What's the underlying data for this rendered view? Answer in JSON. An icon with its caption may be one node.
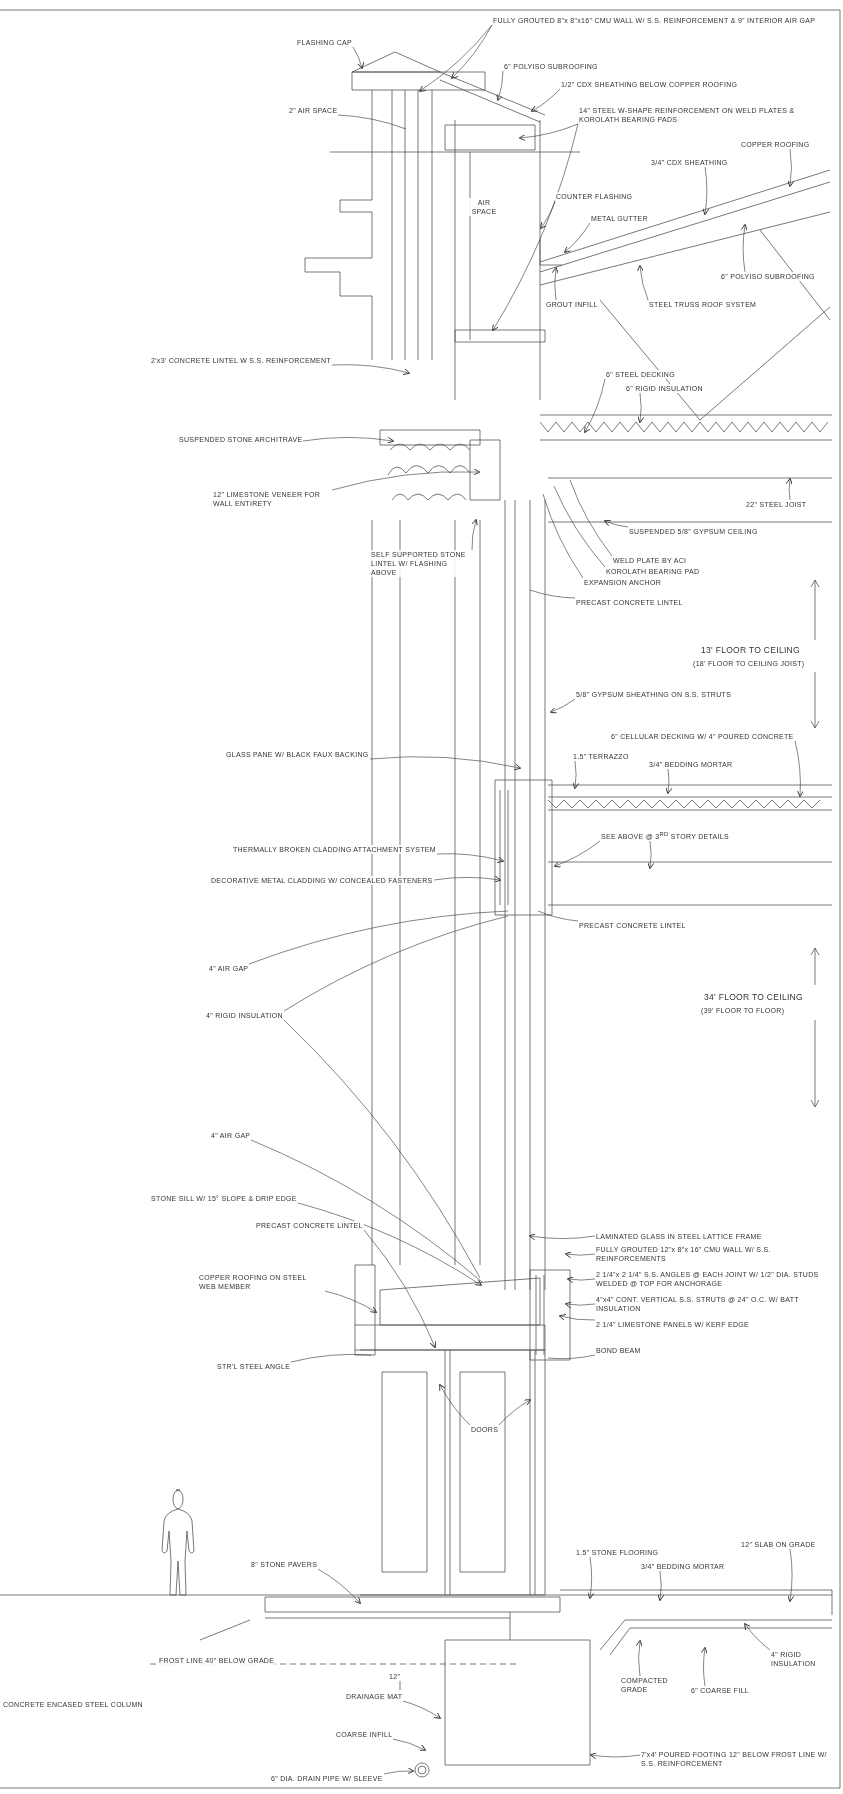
{
  "diagram": {
    "nodes": [
      {
        "text": [
          "FULLY GROUTED 8\"x 8\"x16\" CMU WALL W/ S.S. REINFORCEMENT & 9\" INTERIOR AIR GAP"
        ]
      },
      {
        "text": [
          "FLASHING CAP"
        ]
      },
      {
        "text": [
          "6\" POLYISO SUBROOFING"
        ]
      },
      {
        "text": [
          "1/2\" CDX SHEATHING BELOW COPPER ROOFING"
        ]
      },
      {
        "text": [
          "2\" AIR SPACE"
        ]
      },
      {
        "text": [
          "14\" STEEL W-SHAPE REINFORCEMENT ON WELD PLATES & KOROLATH BEARING PADS"
        ]
      },
      {
        "text": [
          "COPPER ROOFING"
        ]
      },
      {
        "text": [
          "3/4\" CDX SHEATHING"
        ]
      },
      {
        "text": [
          "COUNTER FLASHING"
        ]
      },
      {
        "text": [
          "METAL GUTTER"
        ]
      },
      {
        "text": [
          "6\" POLYISO SUBROOFING"
        ]
      },
      {
        "text": [
          "GROUT INFILL"
        ]
      },
      {
        "text": [
          "STEEL TRUSS ROOF SYSTEM"
        ]
      },
      {
        "text": [
          "2'x3' CONCRETE LINTEL W S.S. REINFORCEMENT"
        ]
      },
      {
        "text": [
          "6\" STEEL DECKING"
        ]
      },
      {
        "text": [
          "6\" RIGID INSULATION"
        ]
      },
      {
        "text": [
          "SUSPENDED STONE ARCHITRAVE"
        ]
      },
      {
        "text": [
          "12\" LIMESTONE VENEER FOR WALL ENTIRETY"
        ]
      },
      {
        "text": [
          "SUSPENDED 5/8\" GYPSUM CEILING"
        ]
      },
      {
        "text": [
          "WELD PLATE BY ACI"
        ]
      },
      {
        "text": [
          "SELF SUPPORTED STONE LINTEL W/ FLASHING ABOVE"
        ]
      },
      {
        "text": [
          "KOROLATH BEARING PAD"
        ]
      },
      {
        "text": [
          "22\" STEEL JOIST"
        ]
      },
      {
        "text": [
          "EXPANSION ANCHOR"
        ]
      },
      {
        "text": [
          "PRECAST CONCRETE LINTEL"
        ]
      },
      {
        "text": [
          "5/8\" GYPSUM SHEATHING ON S.S. STRUTS"
        ]
      },
      {
        "text": [
          "GLASS PANE W/ BLACK FAUX BACKING"
        ]
      },
      {
        "text": [
          "1.5\" TERRAZZO"
        ]
      },
      {
        "text": [
          "3/4\" BEDDING MORTAR"
        ]
      },
      {
        "text": [
          "6\" CELLULAR DECKING W/ 4\" POURED CONCRETE"
        ]
      },
      {
        "text": [
          "SEE ABOVE @ 3$^{RD}$ STORY DETAILS"
        ]
      },
      {
        "text": [
          "THERMALLY BROKEN CLADDING ATTACHMENT SYSTEM"
        ]
      },
      {
        "text": [
          "DECORATIVE METAL CLADDING W/ CONCEALED FASTENERS"
        ]
      },
      {
        "text": [
          "PRECAST CONCRETE LINTEL"
        ]
      },
      {
        "text": [
          "4\" AIR GAP"
        ]
      },
      {
        "text": [
          "4\" RIGID INSULATION"
        ]
      },
      {
        "text": [
          "4\" AIR GAP"
        ]
      },
      {
        "text": [
          "STONE SILL W/ 15° SLOPE & DRIP EDGE"
        ]
      },
      {
        "text": [
          "PRECAST CONCRETE LINTEL"
        ]
      },
      {
        "text": [
          "LAMINATED GLASS IN STEEL LATTICE FRAME"
        ]
      },
      {
        "text": [
          "FULLY GROUTED 12\"x 8\"x 16\" CMU WALL W/ S.S. REINFORCEMENTS"
        ]
      },
      {
        "text": [
          "COPPER ROOFING ON STEEL WEB MEMBER"
        ]
      },
      {
        "text": [
          "2 1/4\"x 2 1/4\" S.S. ANGLES @ EACH JOINT W/ 1/2\" DIA. STUDS WELDED @ TOP FOR ANCHORAGE"
        ]
      },
      {
        "text": [
          "4\"x4\" CONT. VERTICAL S.S. STRUTS @ 24\" O.C. W/ BATT INSULATION"
        ]
      },
      {
        "text": [
          "2 1/4\" LIMESTONE PANELS W/ KERF EDGE"
        ]
      },
      {
        "text": [
          "BOND BEAM"
        ]
      },
      {
        "text": [
          "STR'L STEEL ANGLE"
        ]
      },
      {
        "text": [
          "DOORS"
        ]
      },
      {
        "text": [
          "12\" SLAB ON GRADE"
        ]
      },
      {
        "text": [
          "1.5\" STONE FLOORING"
        ]
      },
      {
        "text": [
          "3/4\" BEDDING MORTAR"
        ]
      },
      {
        "text": [
          "8\" STONE PAVERS"
        ]
      },
      {
        "text": [
          "4\" RIGID INSULATION"
        ]
      },
      {
        "text": [
          "COMPACTED GRADE"
        ]
      },
      {
        "text": [
          "6\" COARSE FILL"
        ]
      },
      {
        "text": [
          "DRAINAGE MAT"
        ]
      },
      {
        "text": [
          "COARSE INFILL"
        ]
      },
      {
        "text": [
          "7'x4' POURED FOOTING 12\" BELOW FROST LINE W/ S.S. REINFORCEMENT"
        ]
      },
      {
        "text": [
          "6\" DIA. DRAIN PIPE W/ SLEEVE"
        ]
      }
    ],
    "edges": [
      {
        "from": 0,
        "to": null,
        "arrow": "to"
      },
      {
        "from": 0,
        "to": null,
        "arrow": "to"
      },
      {
        "from": 1,
        "to": null,
        "arrow": "to"
      },
      {
        "from": 2,
        "to": null,
        "arrow": "to"
      },
      {
        "from": 3,
        "to": null,
        "arrow": "to"
      },
      {
        "from": 4,
        "to": null,
        "arrow": "none"
      },
      {
        "from": 5,
        "to": null,
        "arrow": "to"
      },
      {
        "from": 5,
        "to": null,
        "arrow": "to"
      },
      {
        "from": 6,
        "to": null,
        "arrow": "to"
      },
      {
        "from": 7,
        "to": null,
        "arrow": "to"
      },
      {
        "from": 8,
        "to": null,
        "arrow": "to"
      },
      {
        "from": 9,
        "to": null,
        "arrow": "to"
      },
      {
        "from": 10,
        "to": null,
        "arrow": "to"
      },
      {
        "from": 11,
        "to": null,
        "arrow": "to"
      },
      {
        "from": 12,
        "to": null,
        "arrow": "to"
      },
      {
        "from": 13,
        "to": null,
        "arrow": "to"
      },
      {
        "from": 14,
        "to": null,
        "arrow": "to"
      },
      {
        "from": 15,
        "to": null,
        "arrow": "to"
      },
      {
        "from": 16,
        "to": null,
        "arrow": "to"
      },
      {
        "from": 17,
        "to": null,
        "arrow": "to"
      },
      {
        "from": 18,
        "to": null,
        "arrow": "to"
      },
      {
        "from": 19,
        "to": null,
        "arrow": "none"
      },
      {
        "from": 20,
        "to": null,
        "arrow": "to"
      },
      {
        "from": 21,
        "to": null,
        "arrow": "none"
      },
      {
        "from": 22,
        "to": null,
        "arrow": "to"
      },
      {
        "from": 23,
        "to": null,
        "arrow": "none"
      },
      {
        "from": 24,
        "to": null,
        "arrow": "none"
      },
      {
        "from": 25,
        "to": null,
        "arrow": "to"
      },
      {
        "from": 26,
        "to": null,
        "arrow": "to"
      },
      {
        "from": 27,
        "to": null,
        "arrow": "to"
      },
      {
        "from": 28,
        "to": null,
        "arrow": "to"
      },
      {
        "from": 29,
        "to": null,
        "arrow": "to"
      },
      {
        "from": 30,
        "to": null,
        "arrow": "to"
      },
      {
        "from": 30,
        "to": null,
        "arrow": "to"
      },
      {
        "from": 31,
        "to": null,
        "arrow": "to"
      },
      {
        "from": 32,
        "to": null,
        "arrow": "to"
      },
      {
        "from": 33,
        "to": null,
        "arrow": "none"
      },
      {
        "from": 34,
        "to": null,
        "arrow": "none"
      },
      {
        "from": 35,
        "to": null,
        "arrow": "none"
      },
      {
        "from": 35,
        "to": null,
        "arrow": "none"
      },
      {
        "from": 36,
        "to": null,
        "arrow": "none"
      },
      {
        "from": 37,
        "to": null,
        "arrow": "to"
      },
      {
        "from": 38,
        "to": null,
        "arrow": "to"
      },
      {
        "from": 39,
        "to": null,
        "arrow": "to"
      },
      {
        "from": 40,
        "to": null,
        "arrow": "to"
      },
      {
        "from": 41,
        "to": null,
        "arrow": "to"
      },
      {
        "from": 42,
        "to": null,
        "arrow": "to"
      },
      {
        "from": 43,
        "to": null,
        "arrow": "to"
      },
      {
        "from": 44,
        "to": null,
        "arrow": "to"
      },
      {
        "from": 45,
        "to": null,
        "arrow": "none"
      },
      {
        "from": 46,
        "to": null,
        "arrow": "none"
      },
      {
        "from": 47,
        "to": null,
        "arrow": "to"
      },
      {
        "from": 47,
        "to": null,
        "arrow": "to"
      },
      {
        "from": 48,
        "to": null,
        "arrow": "to"
      },
      {
        "from": 49,
        "to": null,
        "arrow": "to"
      },
      {
        "from": 50,
        "to": null,
        "arrow": "to"
      },
      {
        "from": 51,
        "to": null,
        "arrow": "to"
      },
      {
        "from": 52,
        "to": null,
        "arrow": "to"
      },
      {
        "from": 53,
        "to": null,
        "arrow": "to"
      },
      {
        "from": 54,
        "to": null,
        "arrow": "to"
      },
      {
        "from": 55,
        "to": null,
        "arrow": "to"
      },
      {
        "from": 56,
        "to": null,
        "arrow": "to"
      },
      {
        "from": 57,
        "to": null,
        "arrow": "to"
      },
      {
        "from": 58,
        "to": null,
        "arrow": "to"
      }
    ],
    "labels": [
      "AIR SPACE",
      "13' FLOOR TO CEILING",
      "(18' FLOOR TO CEILING JOIST)",
      "34' FLOOR TO CEILING",
      "(39' FLOOR TO FLOOR)",
      "FROST LINE 40\" BELOW GRADE",
      "12\"",
      "CONCRETE ENCASED STEEL COLUMN"
    ]
  }
}
